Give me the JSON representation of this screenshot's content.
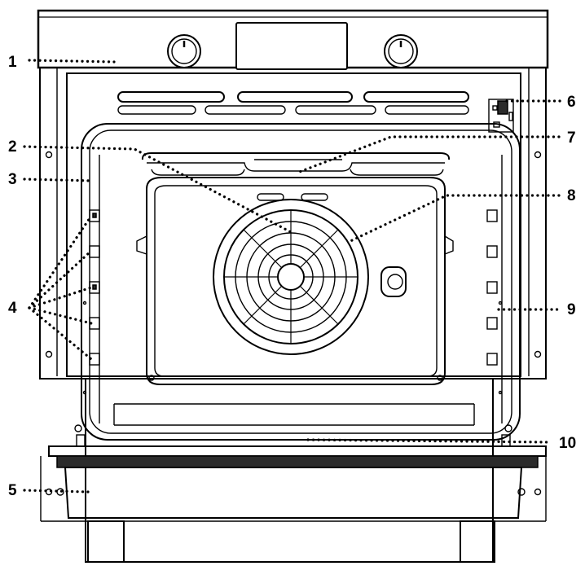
{
  "diagram": {
    "callouts": [
      {
        "id": "1",
        "label": "1"
      },
      {
        "id": "2",
        "label": "2"
      },
      {
        "id": "3",
        "label": "3"
      },
      {
        "id": "4",
        "label": "4"
      },
      {
        "id": "5",
        "label": "5"
      },
      {
        "id": "6",
        "label": "6"
      },
      {
        "id": "7",
        "label": "7"
      },
      {
        "id": "8",
        "label": "8"
      },
      {
        "id": "9",
        "label": "9"
      },
      {
        "id": "10",
        "label": "10"
      }
    ],
    "colors": {
      "line": "#000000",
      "panel": "#2b2b2b",
      "background": "#ffffff"
    },
    "icons": [
      "control-knob-icon",
      "display-screen-icon",
      "fan-grille-icon",
      "door-switch-icon"
    ]
  }
}
